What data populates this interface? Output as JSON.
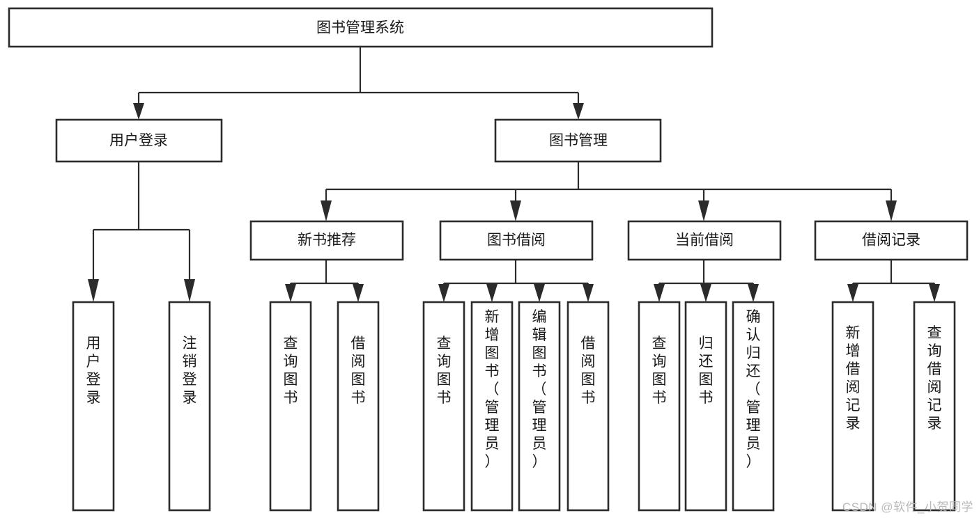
{
  "diagram": {
    "type": "tree-hierarchy",
    "orientation": "top-down",
    "root": {
      "id": "root",
      "label": "图书管理系统",
      "level": 0
    },
    "level1": [
      {
        "id": "user-login",
        "label": "用户登录"
      },
      {
        "id": "book-management",
        "label": "图书管理"
      }
    ],
    "level2": [
      {
        "id": "new-book-recommend",
        "label": "新书推荐",
        "parent": "book-management"
      },
      {
        "id": "book-borrow",
        "label": "图书借阅",
        "parent": "book-management"
      },
      {
        "id": "current-borrow",
        "label": "当前借阅",
        "parent": "book-management"
      },
      {
        "id": "borrow-record",
        "label": "借阅记录",
        "parent": "book-management"
      }
    ],
    "leaves": {
      "user-login": [
        {
          "id": "leaf-user-login",
          "label": "用户登录"
        },
        {
          "id": "leaf-logout-login",
          "label": "注销登录"
        }
      ],
      "new-book-recommend": [
        {
          "id": "leaf-query-book-1",
          "label": "查询图书"
        },
        {
          "id": "leaf-borrow-book-1",
          "label": "借阅图书"
        }
      ],
      "book-borrow": [
        {
          "id": "leaf-query-book-2",
          "label": "查询图书"
        },
        {
          "id": "leaf-add-book",
          "label": "新增图书（管理员）"
        },
        {
          "id": "leaf-edit-book",
          "label": "编辑图书（管理员）"
        },
        {
          "id": "leaf-borrow-book-2",
          "label": "借阅图书"
        }
      ],
      "current-borrow": [
        {
          "id": "leaf-query-book-3",
          "label": "查询图书"
        },
        {
          "id": "leaf-return-book",
          "label": "归还图书"
        },
        {
          "id": "leaf-confirm-return",
          "label": "确认归还（管理员）"
        }
      ],
      "borrow-record": [
        {
          "id": "leaf-add-record",
          "label": "新增借阅记录"
        },
        {
          "id": "leaf-query-record",
          "label": "查询借阅记录"
        }
      ]
    },
    "colors": {
      "stroke": "#2b2b2b",
      "fill": "#ffffff",
      "text": "#1a1a1a",
      "watermark": "#b9b9b9"
    }
  },
  "watermark": {
    "text": "CSDN @软件_小贺同学"
  }
}
